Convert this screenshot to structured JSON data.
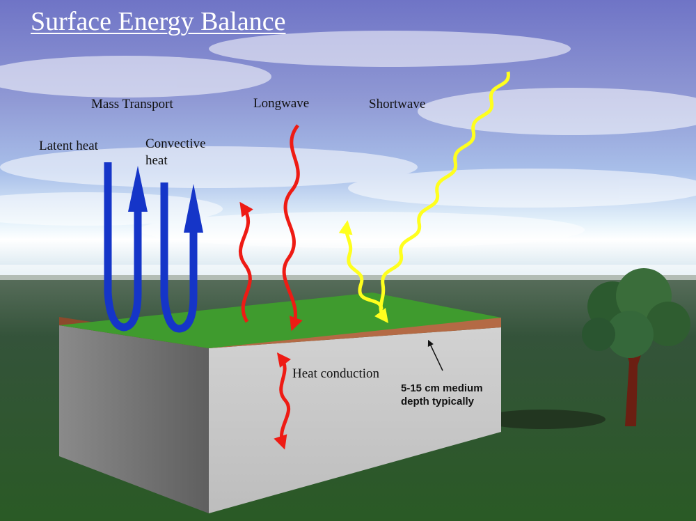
{
  "title": "Surface Energy Balance",
  "labels": {
    "mass_transport": "Mass Transport",
    "latent_heat": "Latent heat",
    "convective_heat": "Convective heat",
    "longwave": "Longwave",
    "shortwave": "Shortwave",
    "heat_conduction": "Heat conduction",
    "depth_note": "5-15 cm medium depth typically"
  },
  "colors": {
    "mass_transport_arrow": "#1535c8",
    "longwave_arrow": "#ee1b14",
    "shortwave_arrow": "#ffff1e",
    "grass_top": "#3f9b2e",
    "soil_layer": "#b46a45",
    "block_front": "#c9c9c9",
    "block_side": "#6e6e6e"
  }
}
